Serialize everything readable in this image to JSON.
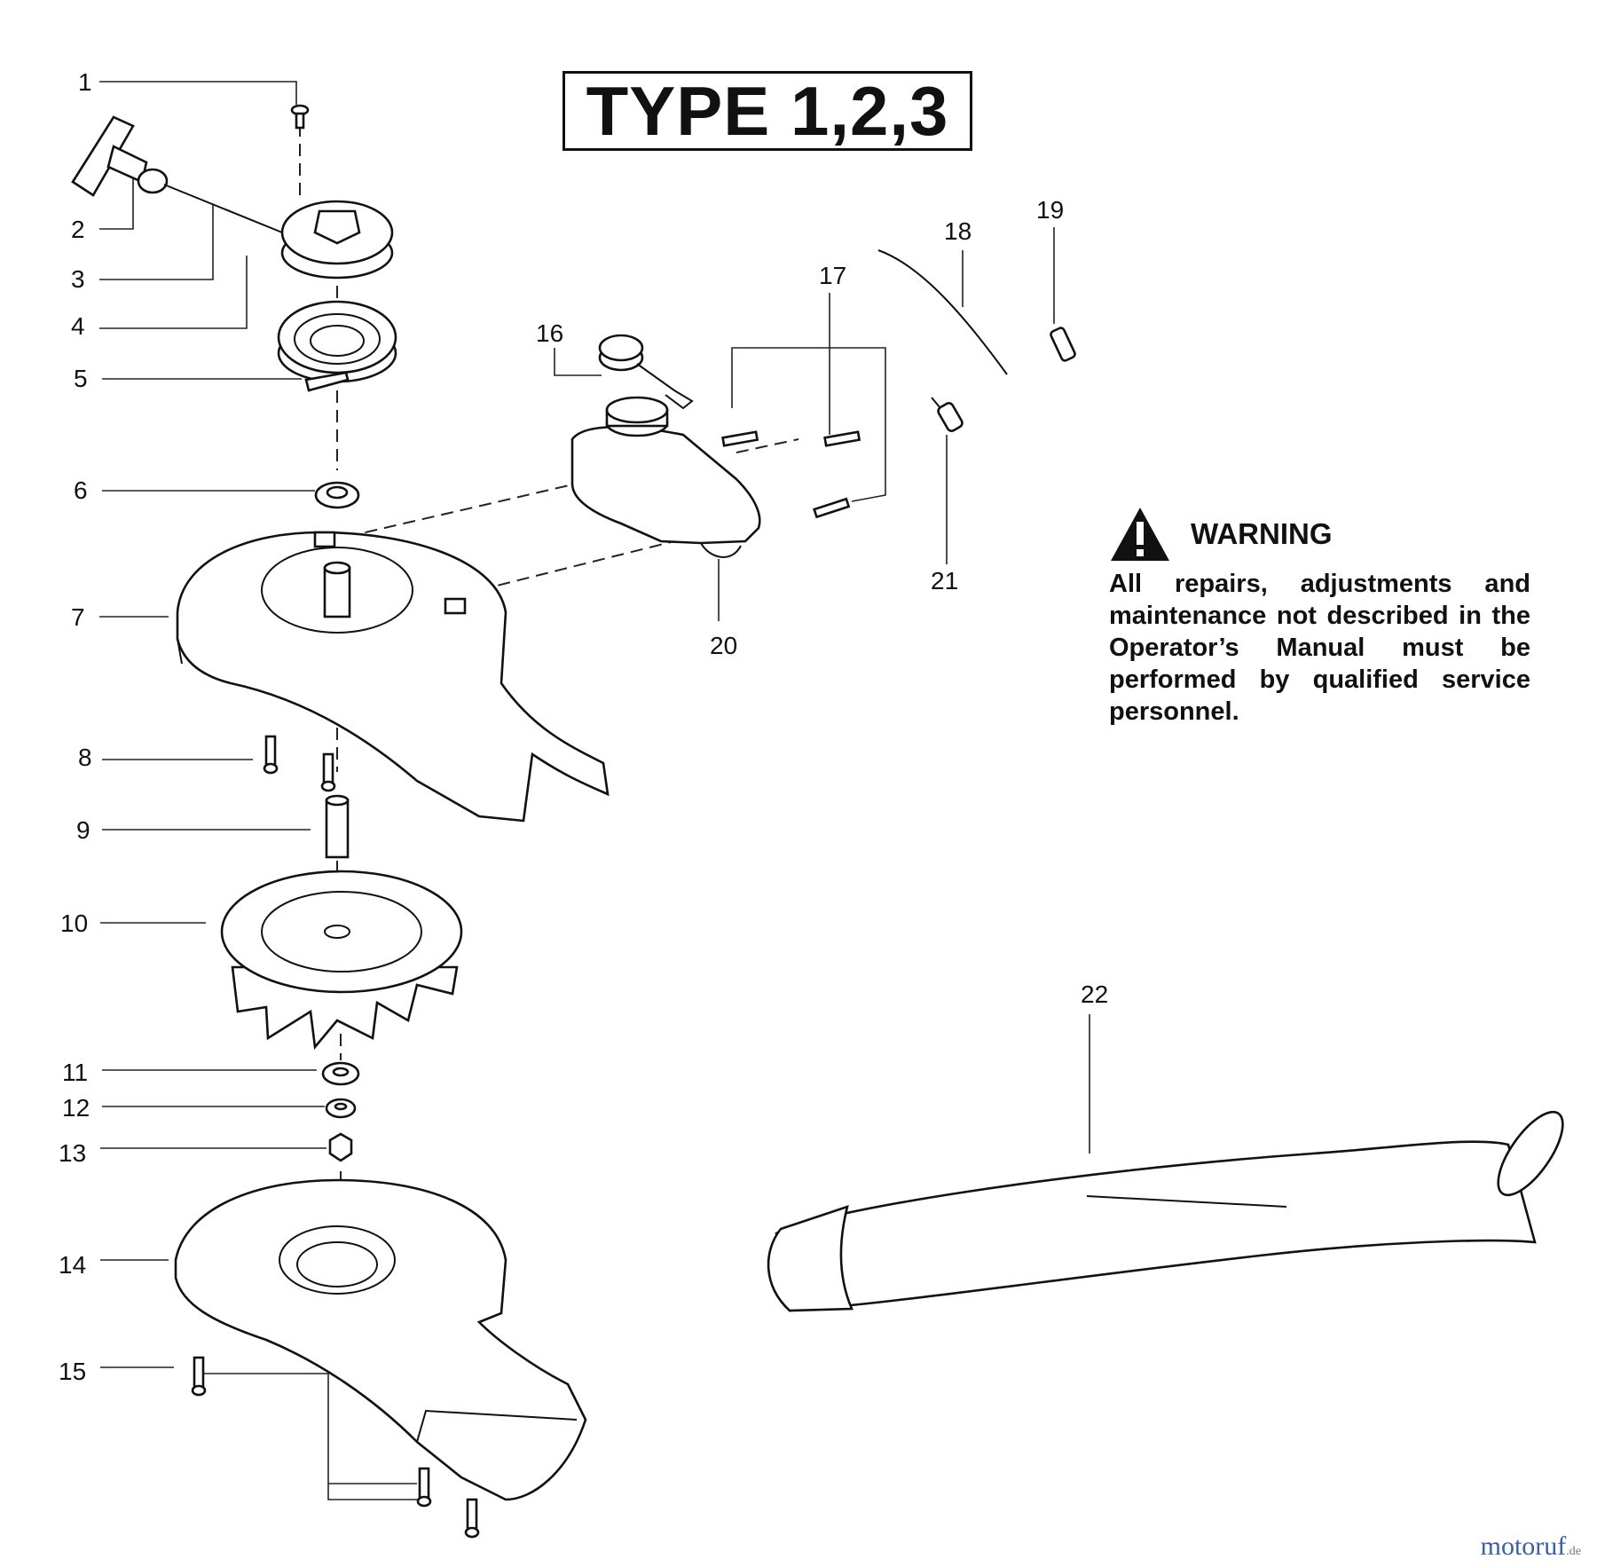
{
  "title": "TYPE 1,2,3",
  "warning": {
    "heading": "WARNING",
    "text": "All repairs, adjustments and maintenance not described in the Operator’s Manual must be performed by qualified service personnel."
  },
  "callouts": [
    "1",
    "2",
    "3",
    "4",
    "5",
    "6",
    "7",
    "8",
    "9",
    "10",
    "11",
    "12",
    "13",
    "14",
    "15",
    "16",
    "17",
    "18",
    "19",
    "20",
    "21",
    "22"
  ],
  "watermark": {
    "brand": "motoruf",
    "suffix": ".de"
  }
}
